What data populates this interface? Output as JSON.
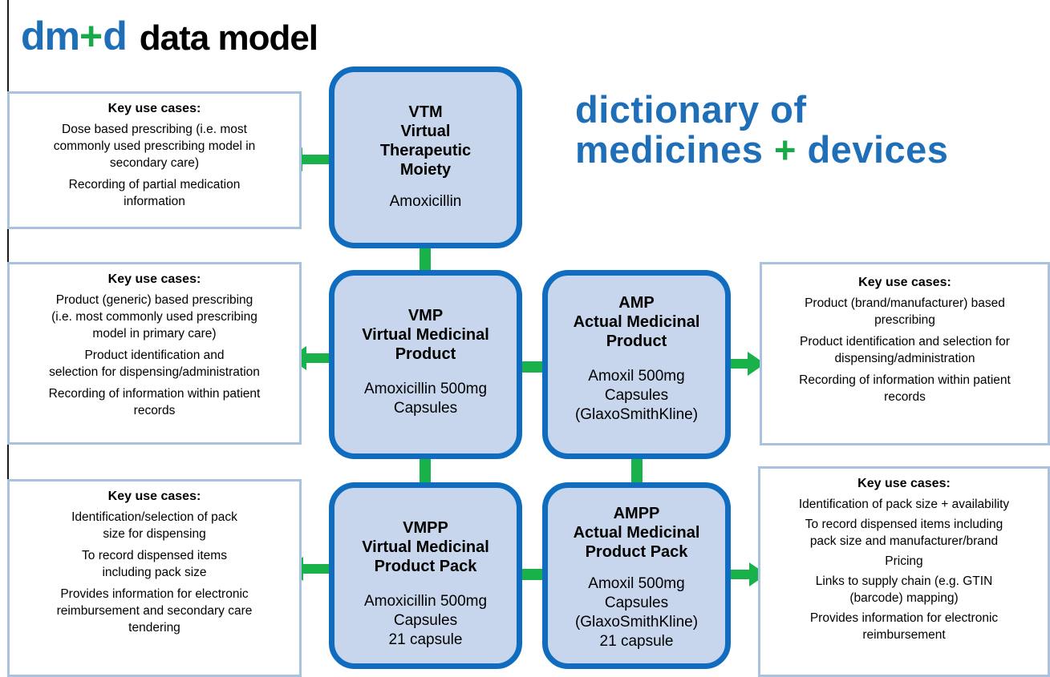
{
  "header": {
    "logo_dm": "dm",
    "logo_plus": "+",
    "logo_d": "d",
    "title": "data model",
    "tagline_line1": "dictionary of",
    "tagline_line2_a": "medicines",
    "tagline_plus": "+",
    "tagline_line2_b": "devices"
  },
  "colors": {
    "brand_blue": "#1f6fb8",
    "brand_green": "#19a94a",
    "node_fill": "#c7d6ec",
    "node_border": "#0f6cbf"
  },
  "nodes": {
    "vtm": {
      "abbr": "VTM",
      "fullname": "Virtual\nTherapeutic\nMoiety",
      "example": "Amoxicillin"
    },
    "vmp": {
      "abbr": "VMP",
      "fullname": "Virtual Medicinal\nProduct",
      "example": "Amoxicillin 500mg\nCapsules"
    },
    "amp": {
      "abbr": "AMP",
      "fullname": "Actual Medicinal\nProduct",
      "example": "Amoxil 500mg\nCapsules\n(GlaxoSmithKline)"
    },
    "vmpp": {
      "abbr": "VMPP",
      "fullname": "Virtual Medicinal\nProduct Pack",
      "example": "Amoxicillin 500mg\nCapsules\n21 capsule"
    },
    "ampp": {
      "abbr": "AMPP",
      "fullname": "Actual Medicinal\nProduct Pack",
      "example": "Amoxil 500mg\nCapsules\n(GlaxoSmithKline)\n21 capsule"
    }
  },
  "use_cases": {
    "vtm": {
      "heading": "Key use cases:",
      "items": [
        "Dose based prescribing (i.e. most\ncommonly used prescribing model in\nsecondary care)",
        "Recording of partial medication\ninformation"
      ]
    },
    "vmp": {
      "heading": "Key use cases:",
      "items": [
        "Product (generic) based prescribing\n(i.e. most commonly used prescribing\nmodel in primary care)",
        "Product identification and\nselection for dispensing/administration",
        "Recording of information within patient\nrecords"
      ]
    },
    "amp": {
      "heading": "Key use cases:",
      "items": [
        "Product (brand/manufacturer) based\nprescribing",
        "Product identification and selection for\ndispensing/administration",
        "Recording of information within patient\nrecords"
      ]
    },
    "vmpp": {
      "heading": "Key use cases:",
      "items": [
        "Identification/selection of pack\nsize for dispensing",
        "To record dispensed items\nincluding pack size",
        "Provides information for electronic\nreimbursement and secondary care\ntendering"
      ]
    },
    "ampp": {
      "heading": "Key use cases:",
      "items": [
        "Identification of pack size + availability",
        "To record dispensed items including\npack size and manufacturer/brand",
        "Pricing",
        "Links to supply chain (e.g. GTIN\n(barcode) mapping)",
        "Provides information for electronic\nreimbursement"
      ]
    }
  }
}
